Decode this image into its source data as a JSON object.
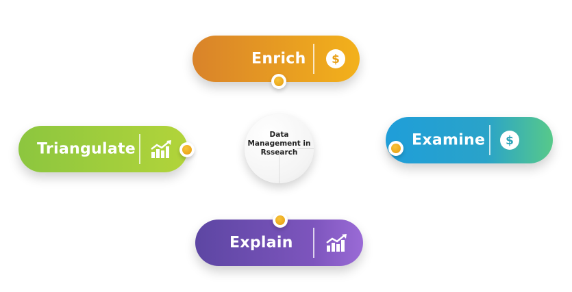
{
  "center": {
    "lines": [
      "Data",
      "Management in",
      "Rssearch"
    ]
  },
  "nodes": {
    "enrich": {
      "label": "Enrich",
      "icon": "dollar-coin-icon"
    },
    "triangulate": {
      "label": "Triangulate",
      "icon": "growth-chart-icon"
    },
    "examine": {
      "label": "Examine",
      "icon": "dollar-coin-icon"
    },
    "explain": {
      "label": "Explain",
      "icon": "growth-chart-icon"
    }
  },
  "colors": {
    "enrich": [
      "#d9832a",
      "#f3b11b"
    ],
    "triangulate": [
      "#8cc63f",
      "#b2d43a"
    ],
    "examine": [
      "#1f9ed9",
      "#57c98a"
    ],
    "explain": [
      "#5d46a3",
      "#9a6bd6"
    ],
    "connector_dot": "#f0aa1a"
  }
}
